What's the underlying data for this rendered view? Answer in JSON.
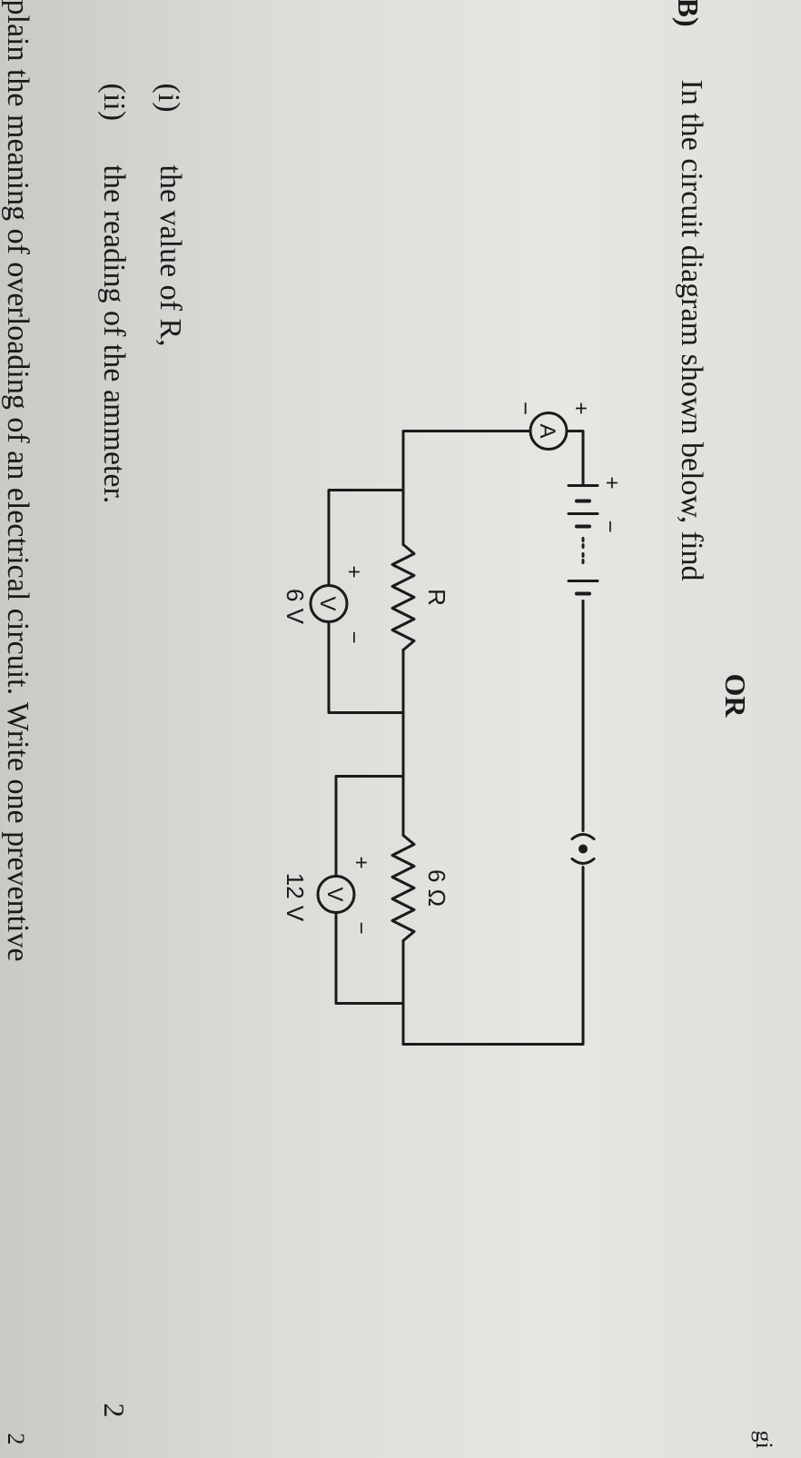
{
  "heading": "OR",
  "question": {
    "label": "B)",
    "prompt": "In the circuit diagram shown below, find",
    "parts": [
      {
        "marker": "(i)",
        "text": "the value of R,"
      },
      {
        "marker": "(ii)",
        "text": "the reading of the ammeter."
      }
    ],
    "marks": "2"
  },
  "next_line": "plain the meaning of overloading of an electrical circuit. Write one preventive",
  "corner_marks": {
    "top": "gi",
    "bottom": "2"
  },
  "diagram": {
    "ammeter": "A",
    "ammeter_plus": "+",
    "ammeter_minus": "−",
    "battery_plus": "+",
    "battery_minus": "−",
    "resistor_r": "R",
    "resistor_6": "6 Ω",
    "voltmeter_symbol": "V",
    "voltmeter1_plus": "+",
    "voltmeter1_minus": "−",
    "voltmeter1_reading": "6 V",
    "voltmeter2_plus": "+",
    "voltmeter2_minus": "−",
    "voltmeter2_reading": "12 V"
  }
}
